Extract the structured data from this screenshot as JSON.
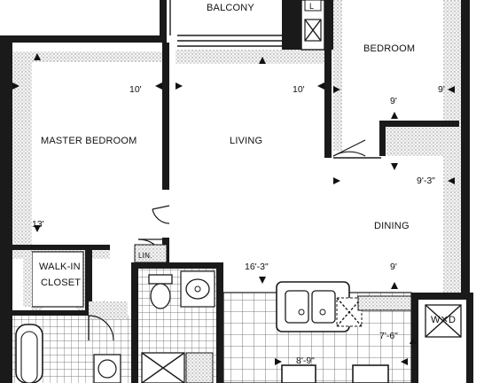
{
  "rooms": {
    "balcony": "BALCONY",
    "bedroom": "BEDROOM",
    "master_bedroom": "MASTER BEDROOM",
    "living": "LIVING",
    "dining": "DINING",
    "walk_in_closet_line1": "WALK-IN",
    "walk_in_closet_line2": "CLOSET",
    "linen": "LIN.",
    "washer_dryer": "W✕D",
    "utility_tag": "L"
  },
  "dimensions": {
    "master_width": "10'",
    "living_width": "10'",
    "bedroom_depth": "9'",
    "bedroom_width": "9'",
    "dining_depth": "9'-3\"",
    "master_length": "13'",
    "living_dining_length": "16'-3\"",
    "dining_width": "9'",
    "kitchen_width": "7'-6\"",
    "kitchen_length": "8'-9\""
  },
  "colors": {
    "wall": "#1a1a1a",
    "tile_grid": "#555555",
    "stipple": "#9a9a9a"
  }
}
